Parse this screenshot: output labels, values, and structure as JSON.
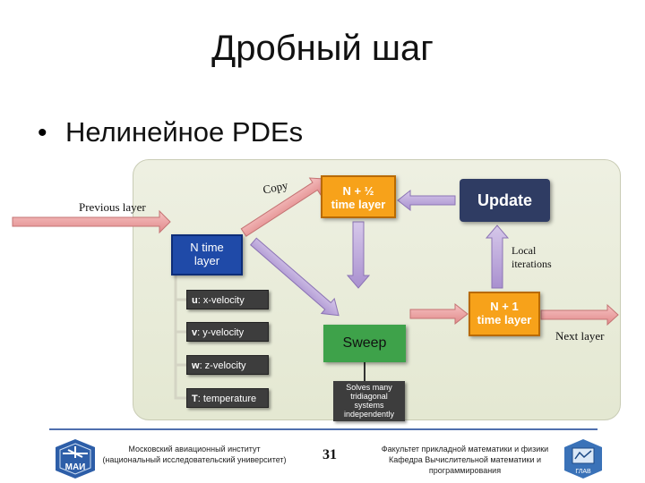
{
  "slide": {
    "title": "Дробный шаг",
    "bullet": "Нелинейное PDEs"
  },
  "diagram": {
    "labels": {
      "previous_layer": "Previous layer",
      "copy": "Copy",
      "local_iterations_1": "Local",
      "local_iterations_2": "iterations",
      "next_layer": "Next layer"
    },
    "boxes": {
      "half_step_1": "N + ½",
      "half_step_2": "time layer",
      "update": "Update",
      "n_time_1": "N time",
      "n_time_2": "layer",
      "n_plus_one_1": "N + 1",
      "n_plus_one_2": "time layer",
      "sweep": "Sweep"
    },
    "variables": [
      {
        "symbol": "u",
        "text": ": x-velocity"
      },
      {
        "symbol": "v",
        "text": ": y-velocity"
      },
      {
        "symbol": "w",
        "text": ": z-velocity"
      },
      {
        "symbol": "T",
        "text": ": temperature"
      }
    ],
    "solves": [
      "Solves many",
      "tridiagonal",
      "systems",
      "independently"
    ],
    "colors": {
      "orange": "#f7a21a",
      "navy": "#2f3c63",
      "blue": "#1f4aa8",
      "green": "#3ea24a",
      "arrow_pink": "#e9999a",
      "arrow_lavender": "#b7a2d6"
    }
  },
  "footer": {
    "left_1": "Московский авиационный институт",
    "left_2": "(национальный исследовательский университет)",
    "page_number": "31",
    "right_1": "Факультет прикладной математики и физики",
    "right_2": "Кафедра Вычислительной математики и",
    "right_3": "программирования",
    "logo_left": "МАИ",
    "logo_right_text": "ГЛАВ"
  }
}
